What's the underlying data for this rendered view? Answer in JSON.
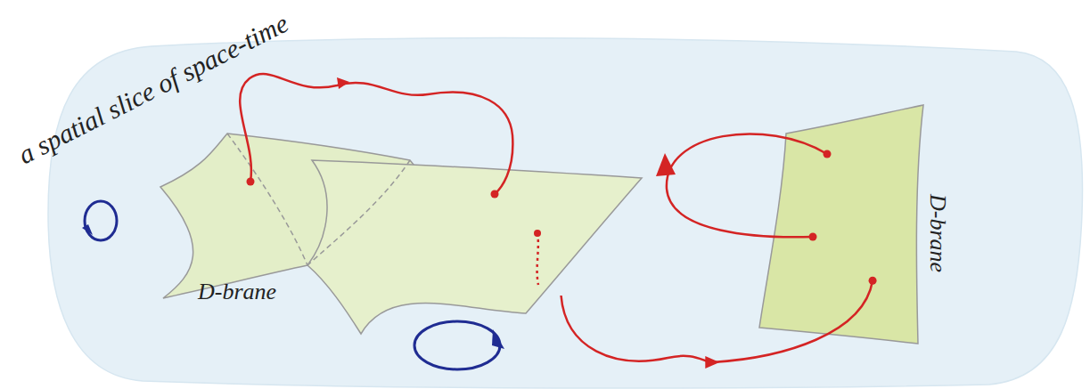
{
  "diagram": {
    "nodes": [
      {
        "text": [
          "a spatial slice of space-time"
        ]
      },
      {
        "text": [
          "D-brane"
        ],
        "in": 0
      },
      {
        "text": [
          "D-brane"
        ],
        "in": 0
      }
    ],
    "edges": [
      {
        "from": 1,
        "to": 2,
        "arrow": "to"
      }
    ]
  }
}
